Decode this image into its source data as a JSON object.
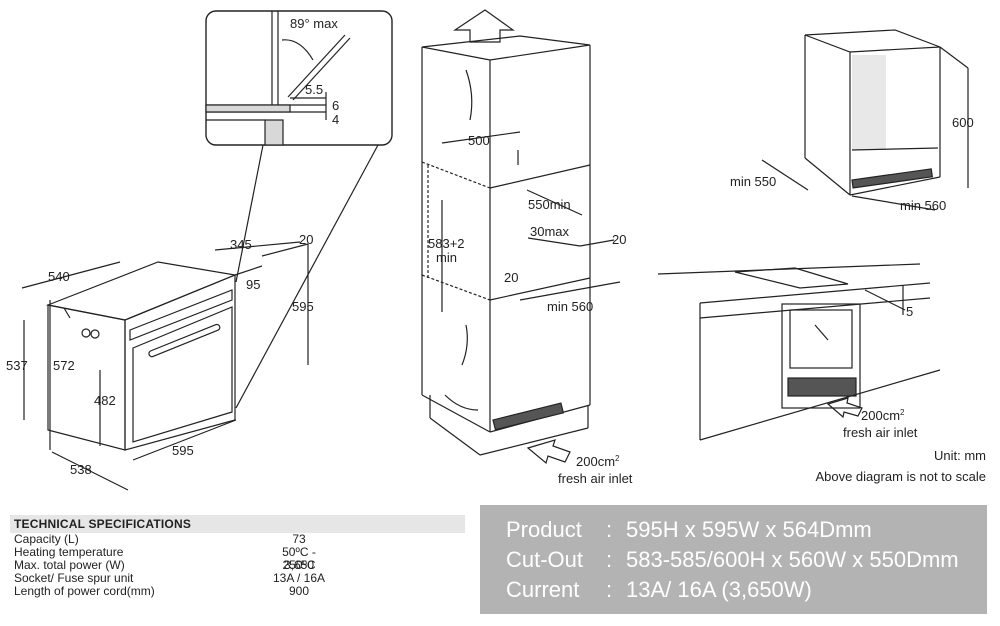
{
  "detail_view": {
    "angle": "89° max",
    "d1": "5.5",
    "d2": "6",
    "d3": "4"
  },
  "oven_view": {
    "depth_top": "540",
    "d345": "345",
    "d20": "20",
    "d95": "95",
    "height_595": "595",
    "h537": "537",
    "h572": "572",
    "h482": "482",
    "width_595": "595",
    "depth_538": "538"
  },
  "column_view": {
    "w500": "500",
    "d550min": "550min",
    "d30max": "30max",
    "d20a": "20",
    "h583": "583+2",
    "h583min": "min",
    "d20b": "20",
    "min560": "min 560",
    "air_inlet_value": "200cm",
    "air_inlet_sup": "2",
    "air_inlet_label": "fresh air inlet"
  },
  "undercounter_view": {
    "h600": "600",
    "min550": "min 550",
    "min560": "min 560"
  },
  "counter_view": {
    "d5": "5",
    "air_inlet_value": "200cm",
    "air_inlet_sup": "2",
    "air_inlet_label": "fresh air inlet"
  },
  "notes": {
    "unit": "Unit: mm",
    "scale": "Above diagram is not to scale"
  },
  "specs": {
    "title": "TECHNICAL SPECIFICATIONS",
    "rows": [
      {
        "label": "Capacity (L)",
        "value": "73"
      },
      {
        "label": "Heating temperature",
        "value": "50ºC - 250ºC"
      },
      {
        "label": "Max. total power (W)",
        "value": "3,650"
      },
      {
        "label": "Socket/ Fuse spur unit",
        "value": "13A / 16A"
      },
      {
        "label": "Length of power cord(mm)",
        "value": "900"
      }
    ]
  },
  "summary": {
    "rows": [
      {
        "key": "Product",
        "colon": ":",
        "value": "595H x 595W x 564Dmm"
      },
      {
        "key": "Cut-Out",
        "colon": ":",
        "value": "583-585/600H x 560W x 550Dmm"
      },
      {
        "key": "Current",
        "colon": ":",
        "value": "13A/ 16A (3,650W)"
      }
    ]
  }
}
